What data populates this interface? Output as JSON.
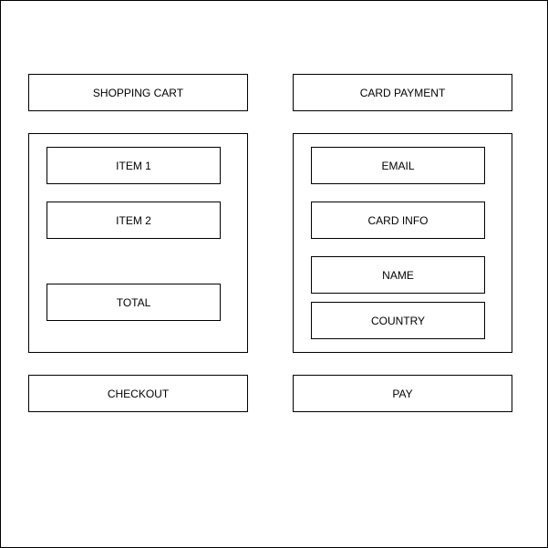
{
  "cart": {
    "header_label": "SHOPPING CART",
    "items": [
      "ITEM 1",
      "ITEM 2"
    ],
    "total_label": "TOTAL",
    "checkout_label": "CHECKOUT"
  },
  "payment": {
    "header_label": "CARD PAYMENT",
    "fields": [
      "EMAIL",
      "CARD INFO",
      "NAME",
      "COUNTRY"
    ],
    "pay_label": "PAY"
  },
  "colors": {
    "stroke": "#000000",
    "fill": "#ffffff"
  }
}
